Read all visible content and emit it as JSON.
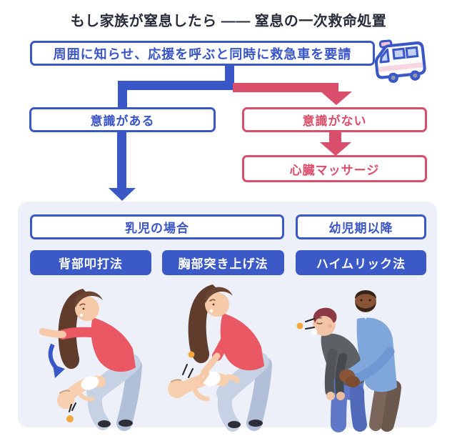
{
  "title": "もし家族が窒息したら —— 窒息の一次救命処置",
  "flow": {
    "alert": "周囲に知らせ、応援を呼ぶと同時に救急車を要請",
    "conscious": "意識がある",
    "unconscious": "意識がない",
    "cpr": "心臓マッサージ"
  },
  "panel": {
    "infant_header": "乳児の場合",
    "child_header": "幼児期以降",
    "methods": [
      "背部叩打法",
      "胸部突き上げ法",
      "ハイムリック法"
    ]
  },
  "icons": {
    "ambulance": "ambulance-icon"
  },
  "colors": {
    "blue": "#3a57c7",
    "red": "#d94e6b",
    "badge_blue": "#3c5ac7",
    "panel_bg": "#edf0f9",
    "title_text": "#272d3a",
    "debris_orange": "#f4a73d"
  }
}
